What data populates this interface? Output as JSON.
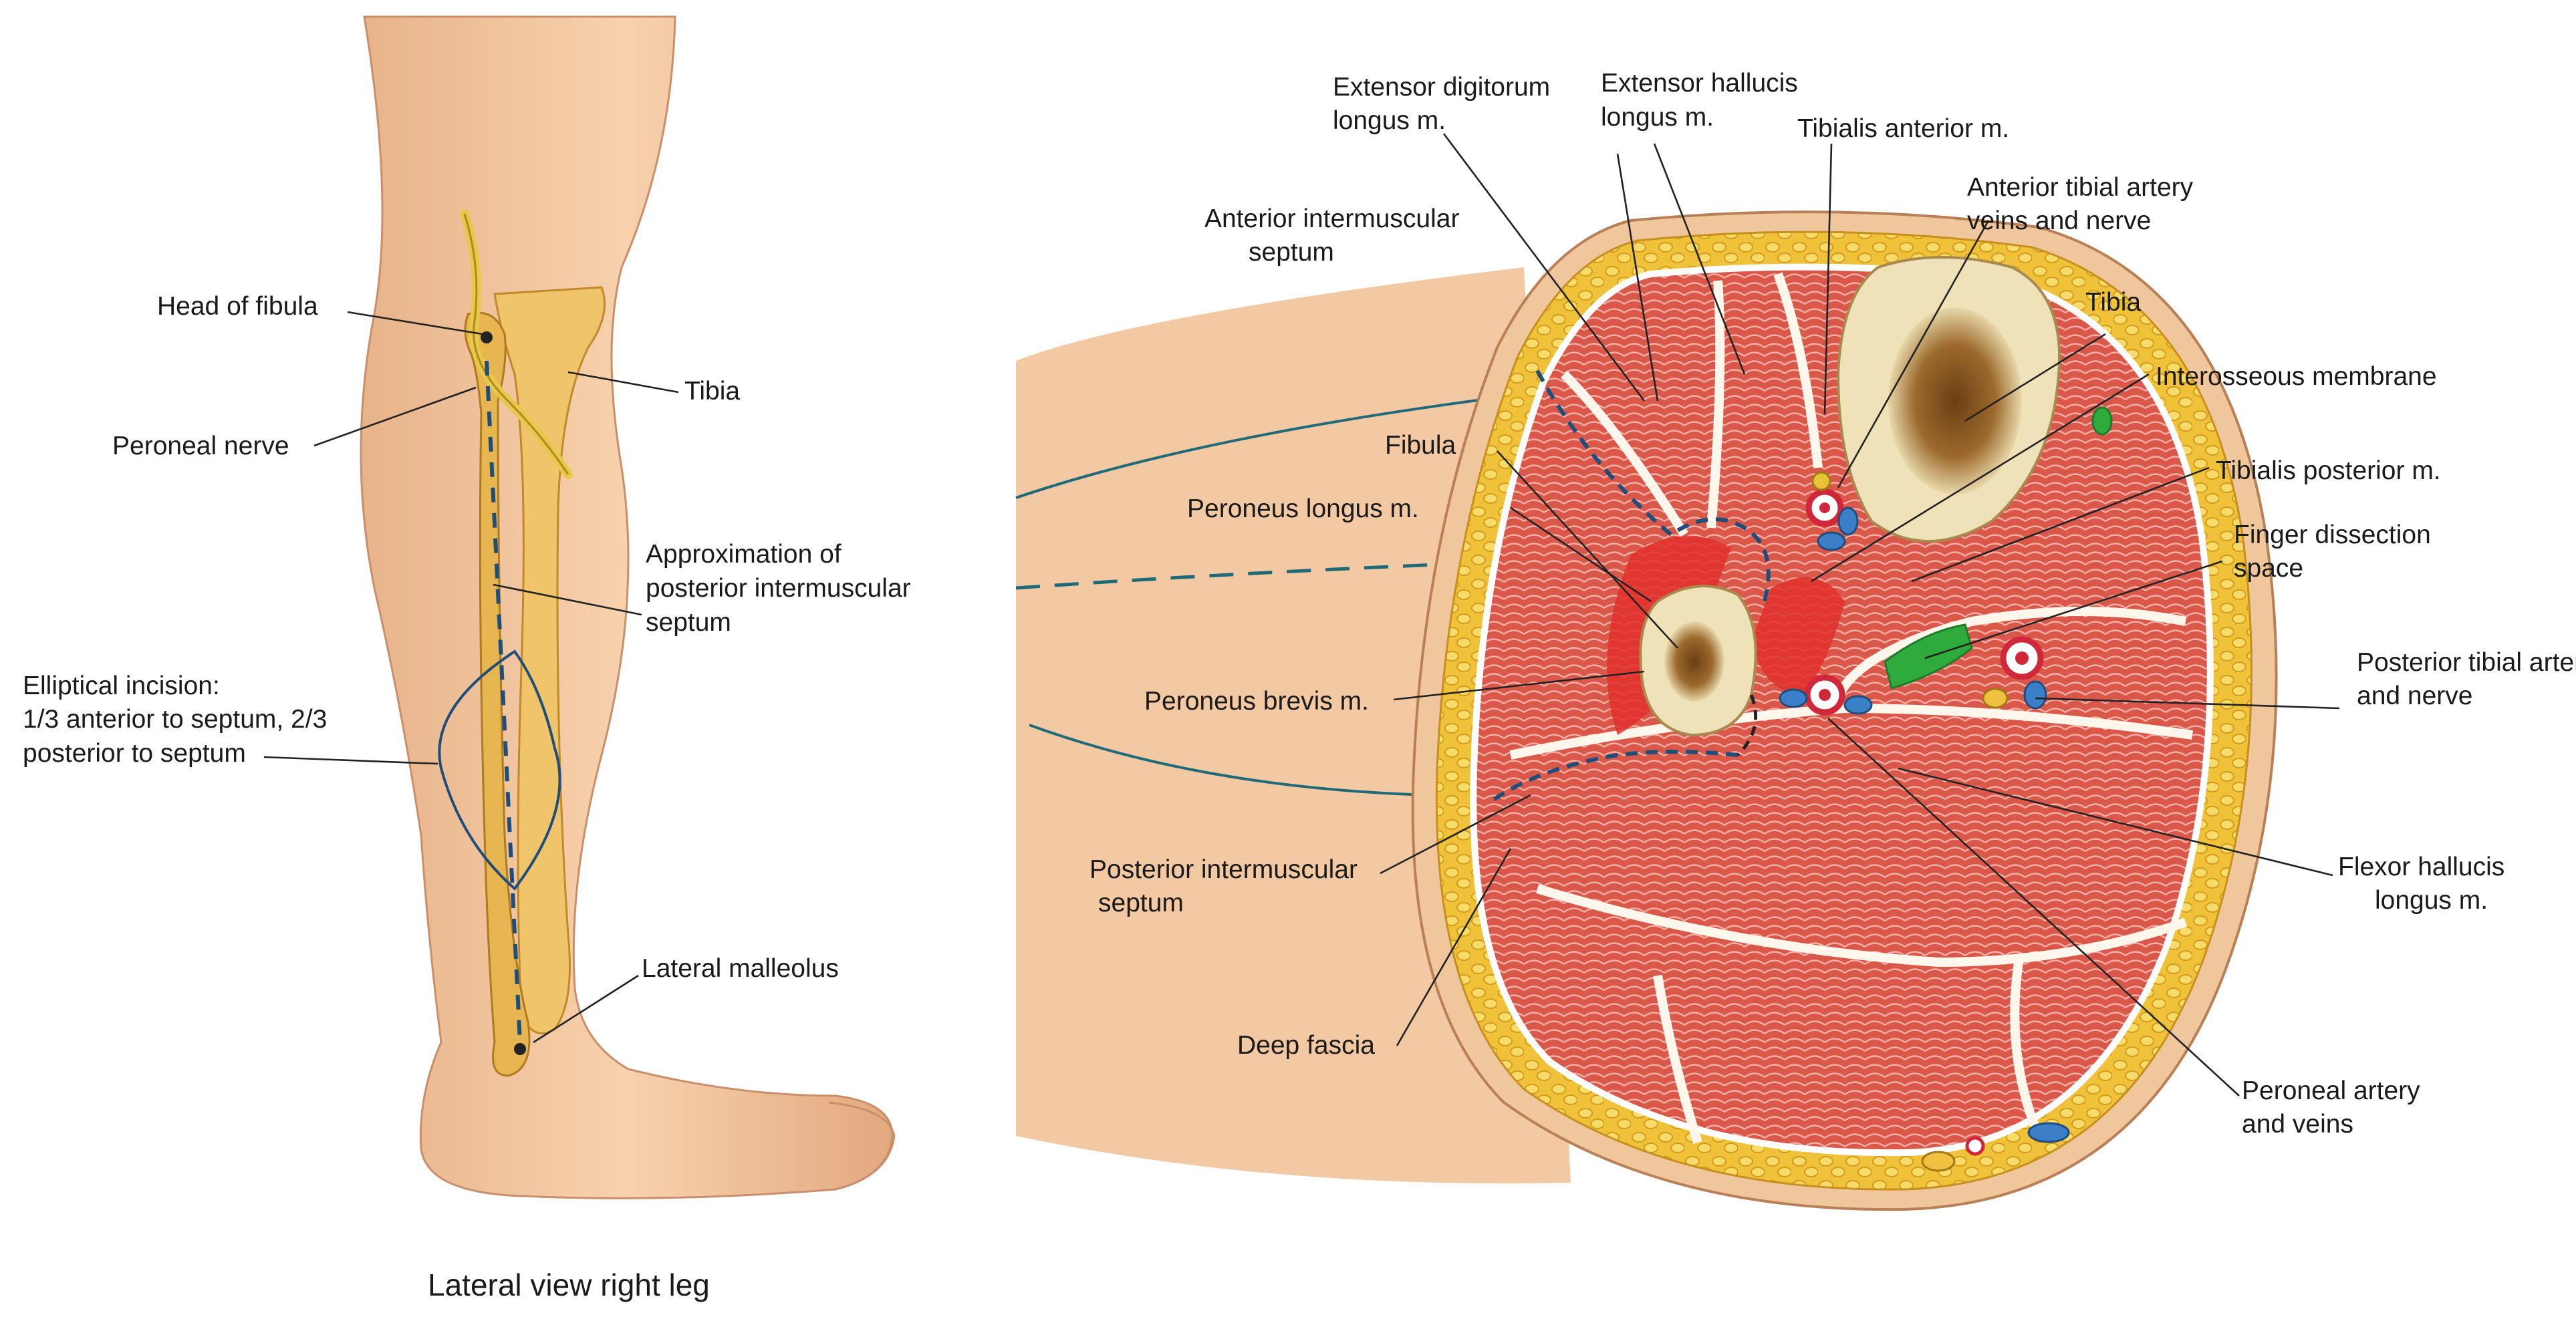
{
  "caption": "Lateral view right leg",
  "leg_labels": {
    "head_of_fibula": "Head of fibula",
    "peroneal_nerve": "Peroneal nerve",
    "tibia": "Tibia",
    "approx_septum_1": "Approximation of",
    "approx_septum_2": "posterior intermuscular",
    "approx_septum_3": "septum",
    "incision_1": "Elliptical incision:",
    "incision_2": "1/3 anterior to septum, 2/3",
    "incision_3": "posterior to septum",
    "lateral_malleolus": "Lateral malleolus"
  },
  "section_labels": {
    "edl_1": "Extensor digitorum",
    "edl_2": "longus m.",
    "ehl_1": "Extensor hallucis",
    "ehl_2": "longus m.",
    "tibialis_anterior": "Tibialis anterior m.",
    "ant_tibial_1": "Anterior tibial artery",
    "ant_tibial_2": "veins and nerve",
    "ant_septum_1": "Anterior intermuscular",
    "ant_septum_2": "septum",
    "tibia": "Tibia",
    "interosseous": "Interosseous membrane",
    "fibula": "Fibula",
    "tibialis_posterior": "Tibialis posterior m.",
    "peroneus_longus": "Peroneus longus m.",
    "finger_space_1": "Finger dissection",
    "finger_space_2": "space",
    "post_tibial_1": "Posterior tibial artery",
    "post_tibial_2": "and nerve",
    "peroneus_brevis": "Peroneus brevis m.",
    "post_septum_1": "Posterior intermuscular",
    "post_septum_2": "septum",
    "fhl_1": "Flexor hallucis",
    "fhl_2": "longus m.",
    "deep_fascia": "Deep fascia",
    "peroneal_artery_1": "Peroneal artery",
    "peroneal_artery_2": "and veins"
  },
  "colors": {
    "skin": "#f2c39a",
    "bone": "#f0e2b8",
    "marrow": "#8b5a24",
    "muscle": "#d9584a",
    "fat": "#efc23a",
    "septum_green": "#2faa3c",
    "artery": "#d0283a",
    "vein": "#3a7fc8",
    "nerve": "#e8c23a"
  }
}
